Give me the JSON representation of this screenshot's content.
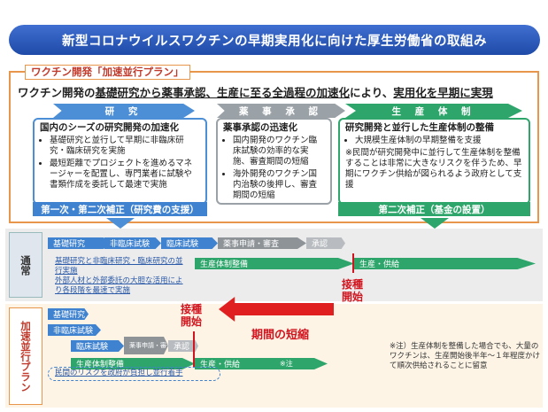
{
  "title": "新型コロナウイルスワクチンの早期実用化に向けた厚生労働省の取組み",
  "plan": {
    "label": "ワクチン開発「加速並行プラン」",
    "lead_prefix": "ワクチン開発の",
    "lead_u1": "基礎研究から薬事承認、生産に至る全過程の加速化",
    "lead_mid": "により、",
    "lead_u2": "実用化を早期に実現",
    "columns": {
      "research": "研 究",
      "approval": "薬 事 承 認",
      "production": "生 産 体 制"
    },
    "research_box": {
      "title": "国内のシーズの研究開発の加速化",
      "items": [
        "基礎研究と並行して早期に非臨床研究・臨床研究を実施",
        "最短距離でプロジェクトを進めるマネージャーを配置し、専門業者に試験や書類作成を委託して最速で実施"
      ]
    },
    "approval_box": {
      "title": "薬事承認の迅速化",
      "items": [
        "国内開発のワクチン臨床試験の効率的な実施、審査期間の短縮",
        "海外開発のワクチン国内治験の後押し、審査期間の短縮"
      ]
    },
    "production_box": {
      "title": "研究開発と並行した生産体制の整備",
      "items": [
        "大規模生産体制の早期整備を支援"
      ],
      "note": "※民間が研究開発中に並行して生産体制を整備することは非常に大きなリスクを伴うため、早期にワクチン供給が図られるよう政府として支援"
    },
    "fund1": "第一次・第二次補正（研究費の支援）",
    "fund2": "第二次補正（基金の設置）"
  },
  "normal": {
    "label": "通常",
    "steps": [
      "基礎研究",
      "非臨床試験",
      "臨床試験",
      "薬事申請・審査",
      "承認",
      "生産体制整備",
      "生産・供給"
    ],
    "notes": "基礎研究と非臨床研究・臨床研究の並行実施\n外部人材と外部委託の大胆な活用により各段階を最速で実施",
    "vaccination": "接種\n開始"
  },
  "accel": {
    "label": "加速並行プラン",
    "steps": [
      "基礎研究",
      "非臨床試験",
      "臨床試験",
      "薬事申請・審査",
      "承認",
      "生産体制整備",
      "生産・供給"
    ],
    "supply_note": "※注",
    "vaccination": "接種\n開始",
    "shorten": "期間の短縮",
    "bracket": "民間のリスクを政府が負担し並行着手",
    "footnote": "※注）生産体制を整備した場合でも、大量のワクチンは、生産開始後半年～１年程度かけて順次供給されることに留意"
  },
  "colors": {
    "title_blue": "#2a58b8",
    "orange": "#e8964b",
    "research_blue": "#4d8fd6",
    "approval_gray": "#9aa1a7",
    "production_green": "#2ea66b",
    "alert_red": "#d2141e"
  }
}
